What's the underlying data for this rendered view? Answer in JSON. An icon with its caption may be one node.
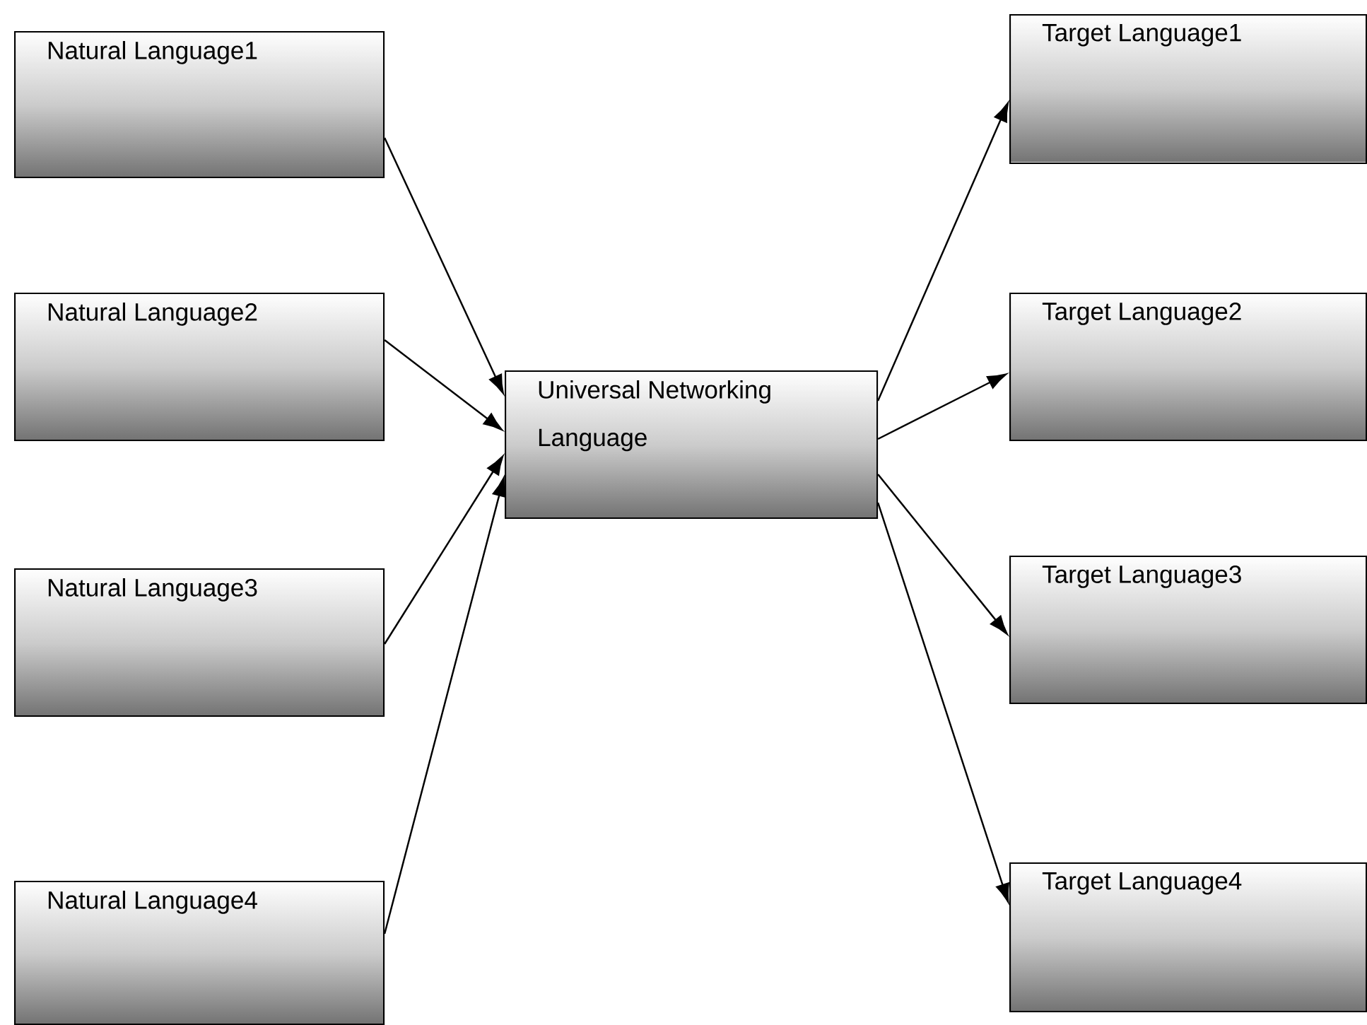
{
  "diagram": {
    "nodes": [
      {
        "text": [
          "Natural Language1"
        ]
      },
      {
        "text": [
          "Natural Language2"
        ]
      },
      {
        "text": [
          "Natural Language3"
        ]
      },
      {
        "text": [
          "Natural Language4"
        ]
      },
      {
        "text": [
          "Universal Networking Language"
        ]
      },
      {
        "text": [
          "Target Language1"
        ]
      },
      {
        "text": [
          "Target Language2"
        ]
      },
      {
        "text": [
          "Target Language3"
        ]
      },
      {
        "text": [
          "Target Language4"
        ]
      }
    ],
    "edges": [
      {
        "from": 0,
        "to": 4,
        "arrow": "to"
      },
      {
        "from": 1,
        "to": 4,
        "arrow": "to"
      },
      {
        "from": 2,
        "to": 4,
        "arrow": "to"
      },
      {
        "from": 3,
        "to": 4,
        "arrow": "to"
      },
      {
        "from": 4,
        "to": 5,
        "arrow": "to"
      },
      {
        "from": 4,
        "to": 6,
        "arrow": "to"
      },
      {
        "from": 4,
        "to": 7,
        "arrow": "to"
      },
      {
        "from": 4,
        "to": 8,
        "arrow": "to"
      }
    ]
  }
}
